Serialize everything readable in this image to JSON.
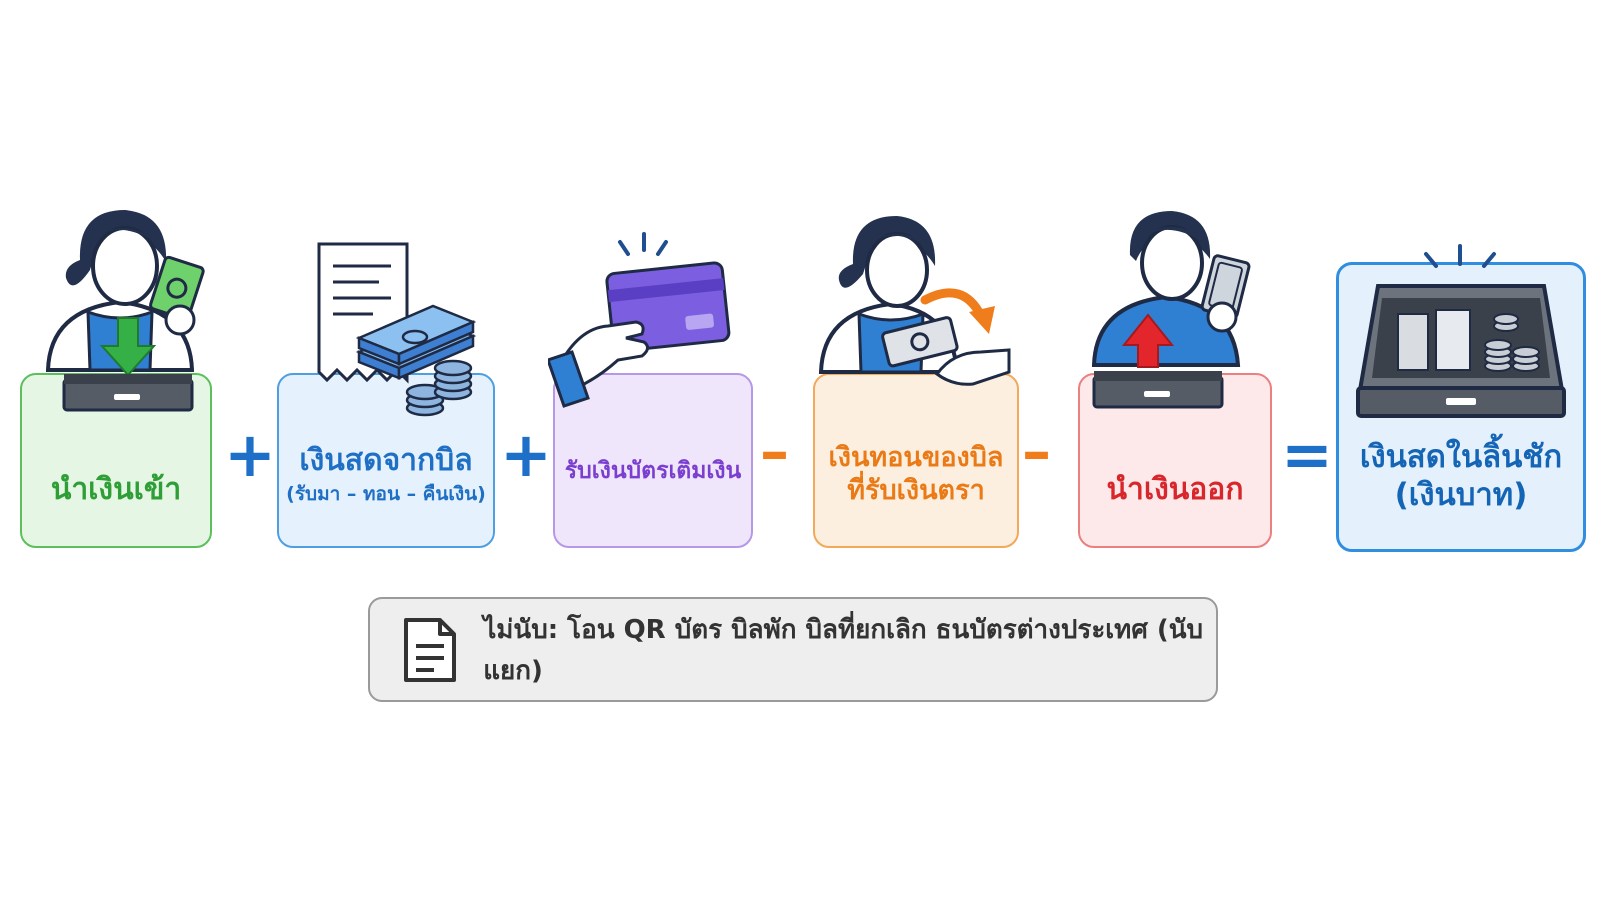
{
  "formula": {
    "terms": [
      {
        "lines": [
          "นำเงินเข้า"
        ],
        "color": "#2e9e36"
      },
      {
        "lines": [
          "เงินสดจากบิล",
          "(รับมา – ทอน – คืนเงิน)"
        ],
        "color": "#1f6fc4"
      },
      {
        "lines": [
          "รับเงินบัตรเติมเงิน"
        ],
        "color": "#7b3fcf"
      },
      {
        "lines": [
          "เงินทอนของบิล",
          "ที่รับเงินตรา"
        ],
        "color": "#ea7a16"
      },
      {
        "lines": [
          "นำเงินออก"
        ],
        "color": "#d7262c"
      }
    ],
    "operators": [
      "+",
      "+",
      "–",
      "–",
      "="
    ],
    "result": {
      "lines": [
        "เงินสดในลิ้นชัก",
        "(เงินบาท)"
      ],
      "color": "#1565b6"
    }
  },
  "note": {
    "text": "ไม่นับ: โอน QR บัตร บิลพัก บิลที่ยกเลิก ธนบัตรต่างประเทศ (นับแยก)",
    "icon": "document-icon"
  },
  "icons": [
    "cash-in-icon",
    "receipt-cash-icon",
    "card-icon",
    "change-icon",
    "cash-out-icon",
    "drawer-icon"
  ]
}
